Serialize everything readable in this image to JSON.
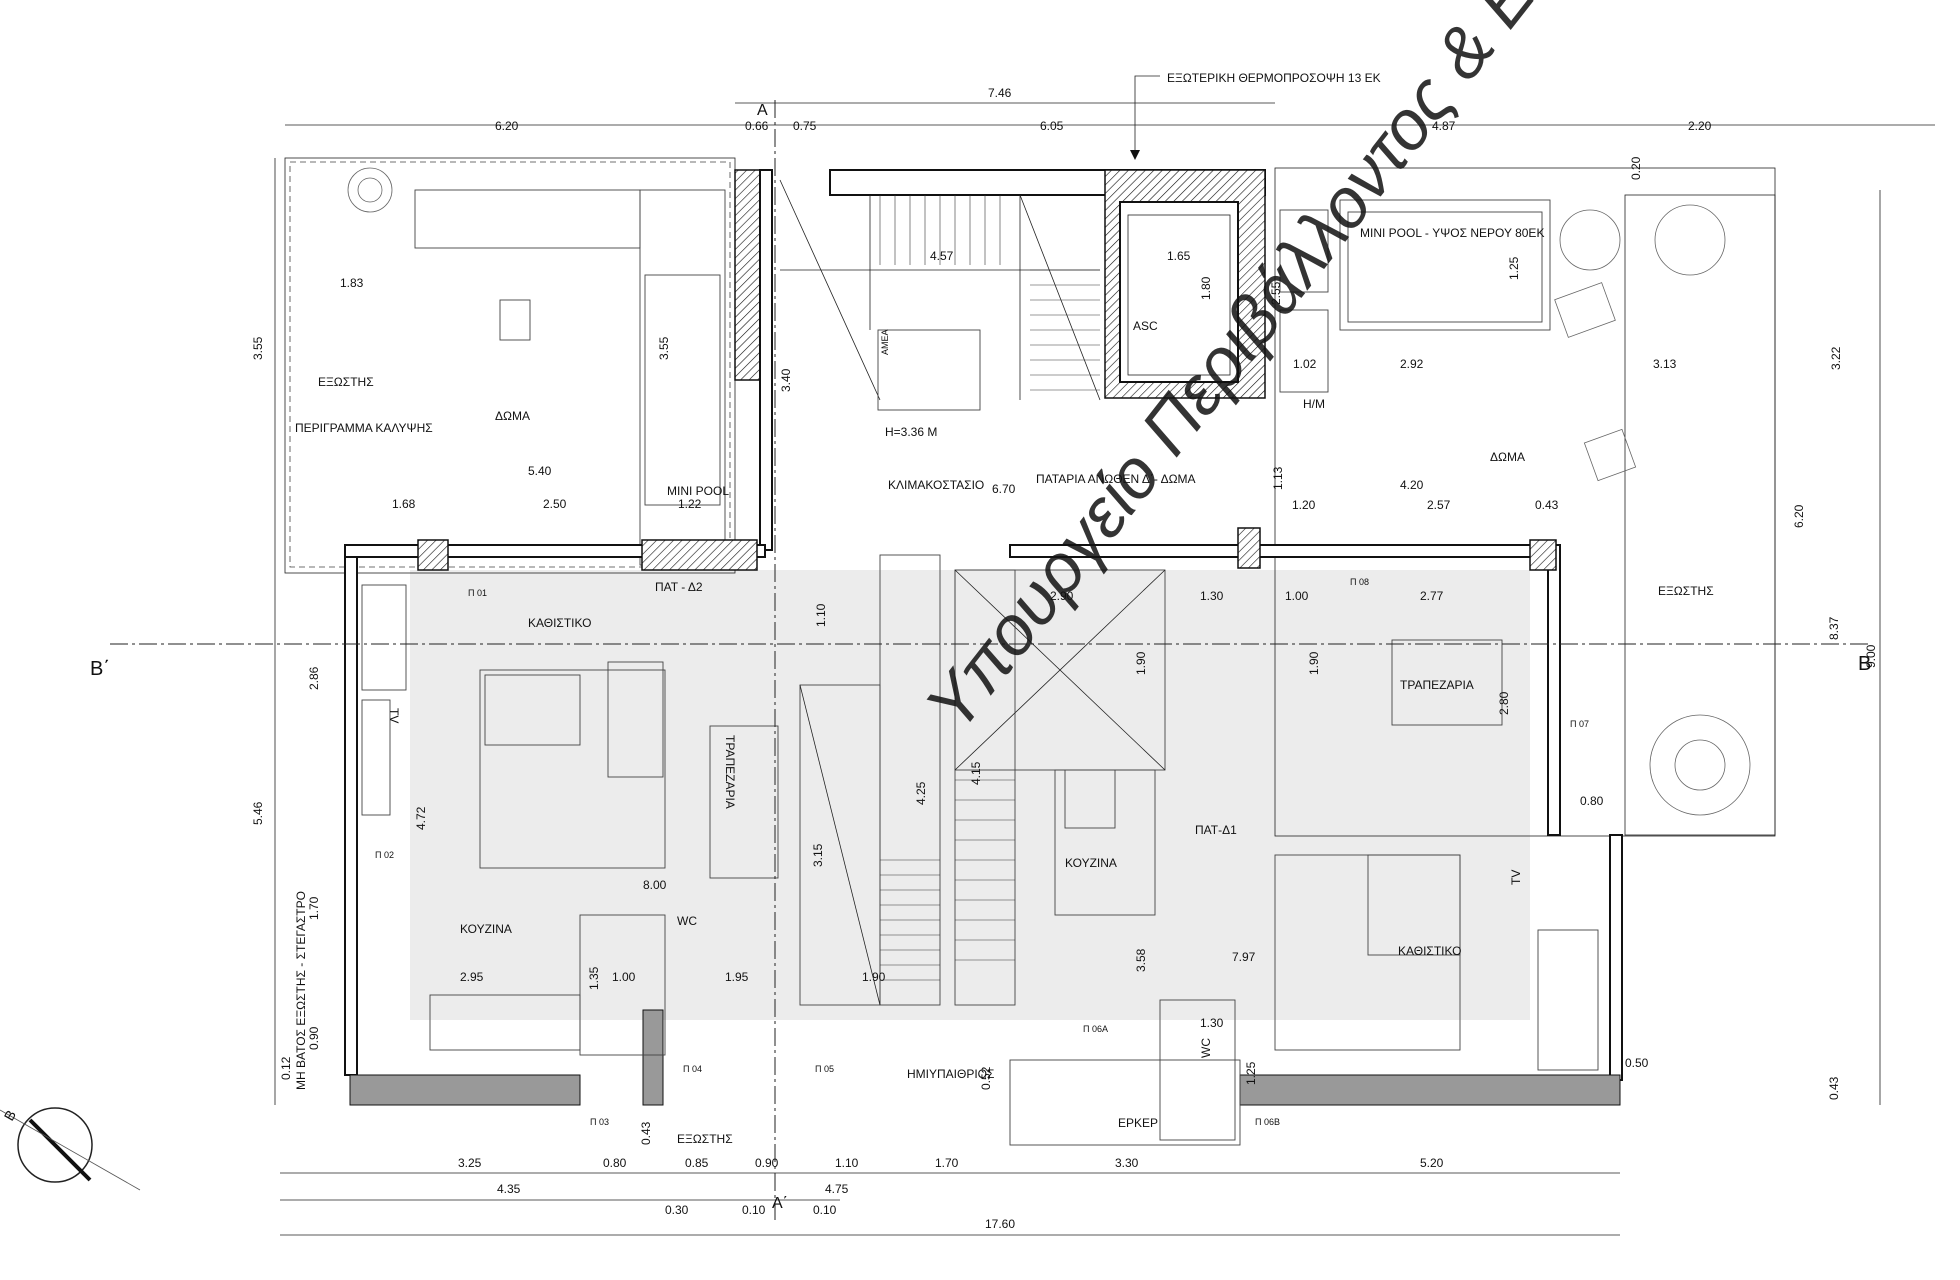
{
  "drawing": {
    "note_top": "ΕΞΩΤΕΡΙΚΗ ΘΕΡΜΟΠΡΟΣΟΨΗ 13 ΕΚ",
    "watermark": "Υπουργείο Περιβάλλοντος & Ενέργειας",
    "sections": {
      "a": "A",
      "a_prime": "A΄",
      "b": "B",
      "b_prime": "B΄"
    },
    "north": "B",
    "top_dims": [
      "7.46",
      "6.20",
      "0.66",
      "0.75",
      "6.05",
      "4.87",
      "2.20",
      "0.20"
    ],
    "rooms": {
      "exostis_left": "ΕΞΩΣΤΗΣ",
      "perigramma": "ΠΕΡΙΓΡΑΜΜΑ ΚΑΛΥΨΗΣ",
      "doma_left": "ΔΩΜΑ",
      "mini_pool": "MINI POOL",
      "amea": "ΑΜΕΑ",
      "height": "H=3.36 M",
      "klimakostasio": "ΚΛΙΜΑΚΟΣΤΑΣΙΟ",
      "pataria": "ΠΑΤΑΡΙΑ ΑΝΩΘΕΝ Δ΄- ΔΩΜΑ",
      "asc": "ASC",
      "mini_pool_right": "MINI POOL - ΥΨΟΣ ΝΕΡΟΥ 80ΕΚ",
      "hm": "Η/Μ",
      "doma_right": "ΔΩΜΑ",
      "exostis_right": "ΕΞΩΣΤΗΣ",
      "kathistiko_left": "ΚΑΘΙΣΤΙΚΟ",
      "trapezaria_left": "ΤΡΑΠΕΖΑΡΙΑ",
      "kouzina_left": "ΚΟΥΖΙΝΑ",
      "wc_left": "WC",
      "pat_d2": "ΠΑΤ - Δ2",
      "trapezaria_right": "ΤΡΑΠΕΖΑΡΙΑ",
      "kouzina_right": "ΚΟΥΖΙΝΑ",
      "pat_d1": "ΠΑΤ-Δ1",
      "kathistiko_right": "ΚΑΘΙΣΤΙΚΟ",
      "wc_right": "WC",
      "imiypaithrios": "ΗΜΙΥΠΑΙΘΡΙΟΣ",
      "erker": "ΕΡΚΕΡ",
      "exostis_bottom": "ΕΞΩΣΤΗΣ",
      "mi_vatos": "ΜΗ ΒΑΤΟΣ ΕΞΩΣΤΗΣ - ΣΤΕΓΑΣΤΡΟ",
      "tv": "TV"
    },
    "tags": {
      "p01": "Π 01",
      "p02": "Π 02",
      "p03": "Π 03",
      "p04": "Π 04",
      "p05": "Π 05",
      "p06a": "Π 06A",
      "p06b": "Π 06B",
      "p07": "Π 07",
      "p08": "Π 08"
    },
    "inner_dims": {
      "d183": "1.83",
      "d355a": "3.55",
      "d355b": "3.55",
      "d540": "5.40",
      "d168": "1.68",
      "d250": "2.50",
      "d122": "1.22",
      "d340": "3.40",
      "d457": "4.57",
      "d670": "6.70",
      "d165": "1.65",
      "d180": "1.80",
      "d255": "2.55",
      "d125": "1.25",
      "d102": "1.02",
      "d292": "2.92",
      "d313": "3.13",
      "d322": "3.22",
      "d420": "4.20",
      "d113": "1.13",
      "d120": "1.20",
      "d257": "2.57",
      "d043": "0.43",
      "d620": "6.20",
      "d290": "2.90",
      "d130": "1.30",
      "d100": "1.00",
      "d277": "2.77",
      "d110": "1.10",
      "d190a": "1.90",
      "d190b": "1.90",
      "d837": "8.37",
      "d900": "9.00",
      "d286": "2.86",
      "d472": "4.72",
      "d546": "5.46",
      "d170": "1.70",
      "d090": "0.90",
      "d012": "0.12",
      "d800": "8.00",
      "d315": "3.15",
      "d425": "4.25",
      "d415": "4.15",
      "d280": "2.80",
      "d080r": "0.80",
      "d797": "7.97",
      "d358": "3.58",
      "d295": "2.95",
      "d100b": "1.00",
      "d195": "1.95",
      "d190c": "1.90",
      "d135": "1.35",
      "d130b": "1.30",
      "d125b": "1.25",
      "d052": "0.52",
      "d043b": "0.43",
      "d050": "0.50",
      "d043c": "0.43"
    },
    "bottom_dims": {
      "b325": "3.25",
      "b080": "0.80",
      "b085": "0.85",
      "b090": "0.90",
      "b110": "1.10",
      "b170": "1.70",
      "b330": "3.30",
      "b520": "5.20",
      "b435": "4.35",
      "b475": "4.75",
      "b030": "0.30",
      "b010a": "0.10",
      "b010b": "0.10",
      "b1760": "17.60"
    }
  }
}
